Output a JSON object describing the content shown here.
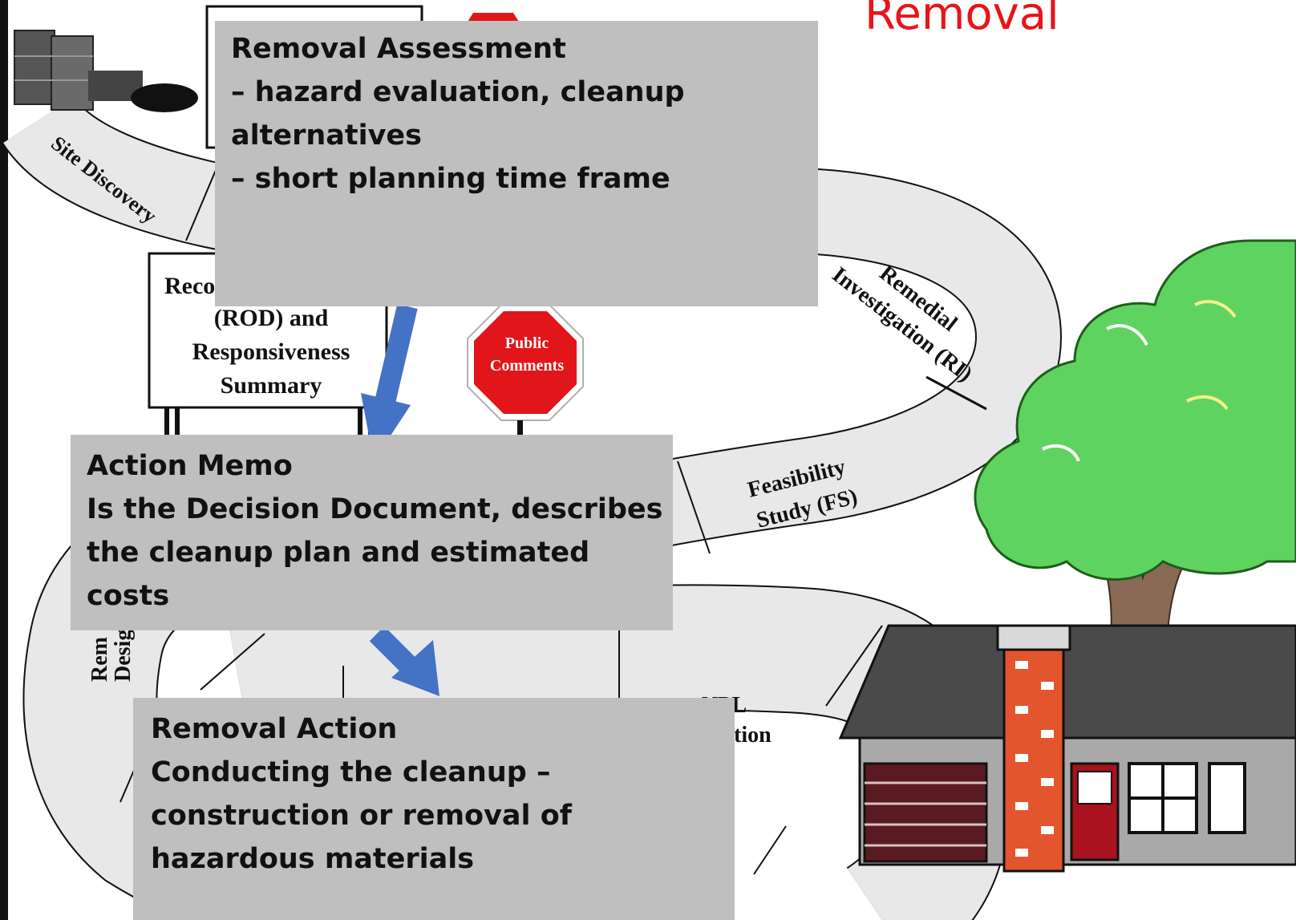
{
  "title": "Removal",
  "road_labels": {
    "site_discovery": "Site Discovery",
    "remedial": "Remedial",
    "investigation": "Investigation (RI)",
    "feasibility": "Feasibility",
    "study": "Study (FS)",
    "rem": "Rem",
    "design": "Design",
    "npl": "NPL",
    "npl_tail": "tion"
  },
  "rod_sign": {
    "line1": "Reco",
    "line2": "(ROD) and",
    "line3": "Responsiveness",
    "line4": "Summary"
  },
  "stop_sign": {
    "line1": "Public",
    "line2": "Comments"
  },
  "callouts": {
    "assessment": {
      "title": "Removal Assessment",
      "line1": "– hazard evaluation, cleanup",
      "line2": "alternatives",
      "line3": "– short planning time frame"
    },
    "memo": {
      "title": "Action Memo",
      "line1": "Is the Decision Document, describes",
      "line2": "the cleanup plan and estimated",
      "line3": "costs"
    },
    "action": {
      "title": "Removal Action",
      "line1": "Conducting the cleanup –",
      "line2": "construction or removal of",
      "line3": "hazardous materials"
    }
  },
  "colors": {
    "title": "#e8141a",
    "callout_bg": "#bfbfbf",
    "arrow": "#4472c4",
    "road": "#e8e8e8",
    "stop_sign": "#e0161b",
    "tree": "#5fd35f",
    "roof": "#4a4a4a",
    "brick": "#e2552d"
  }
}
